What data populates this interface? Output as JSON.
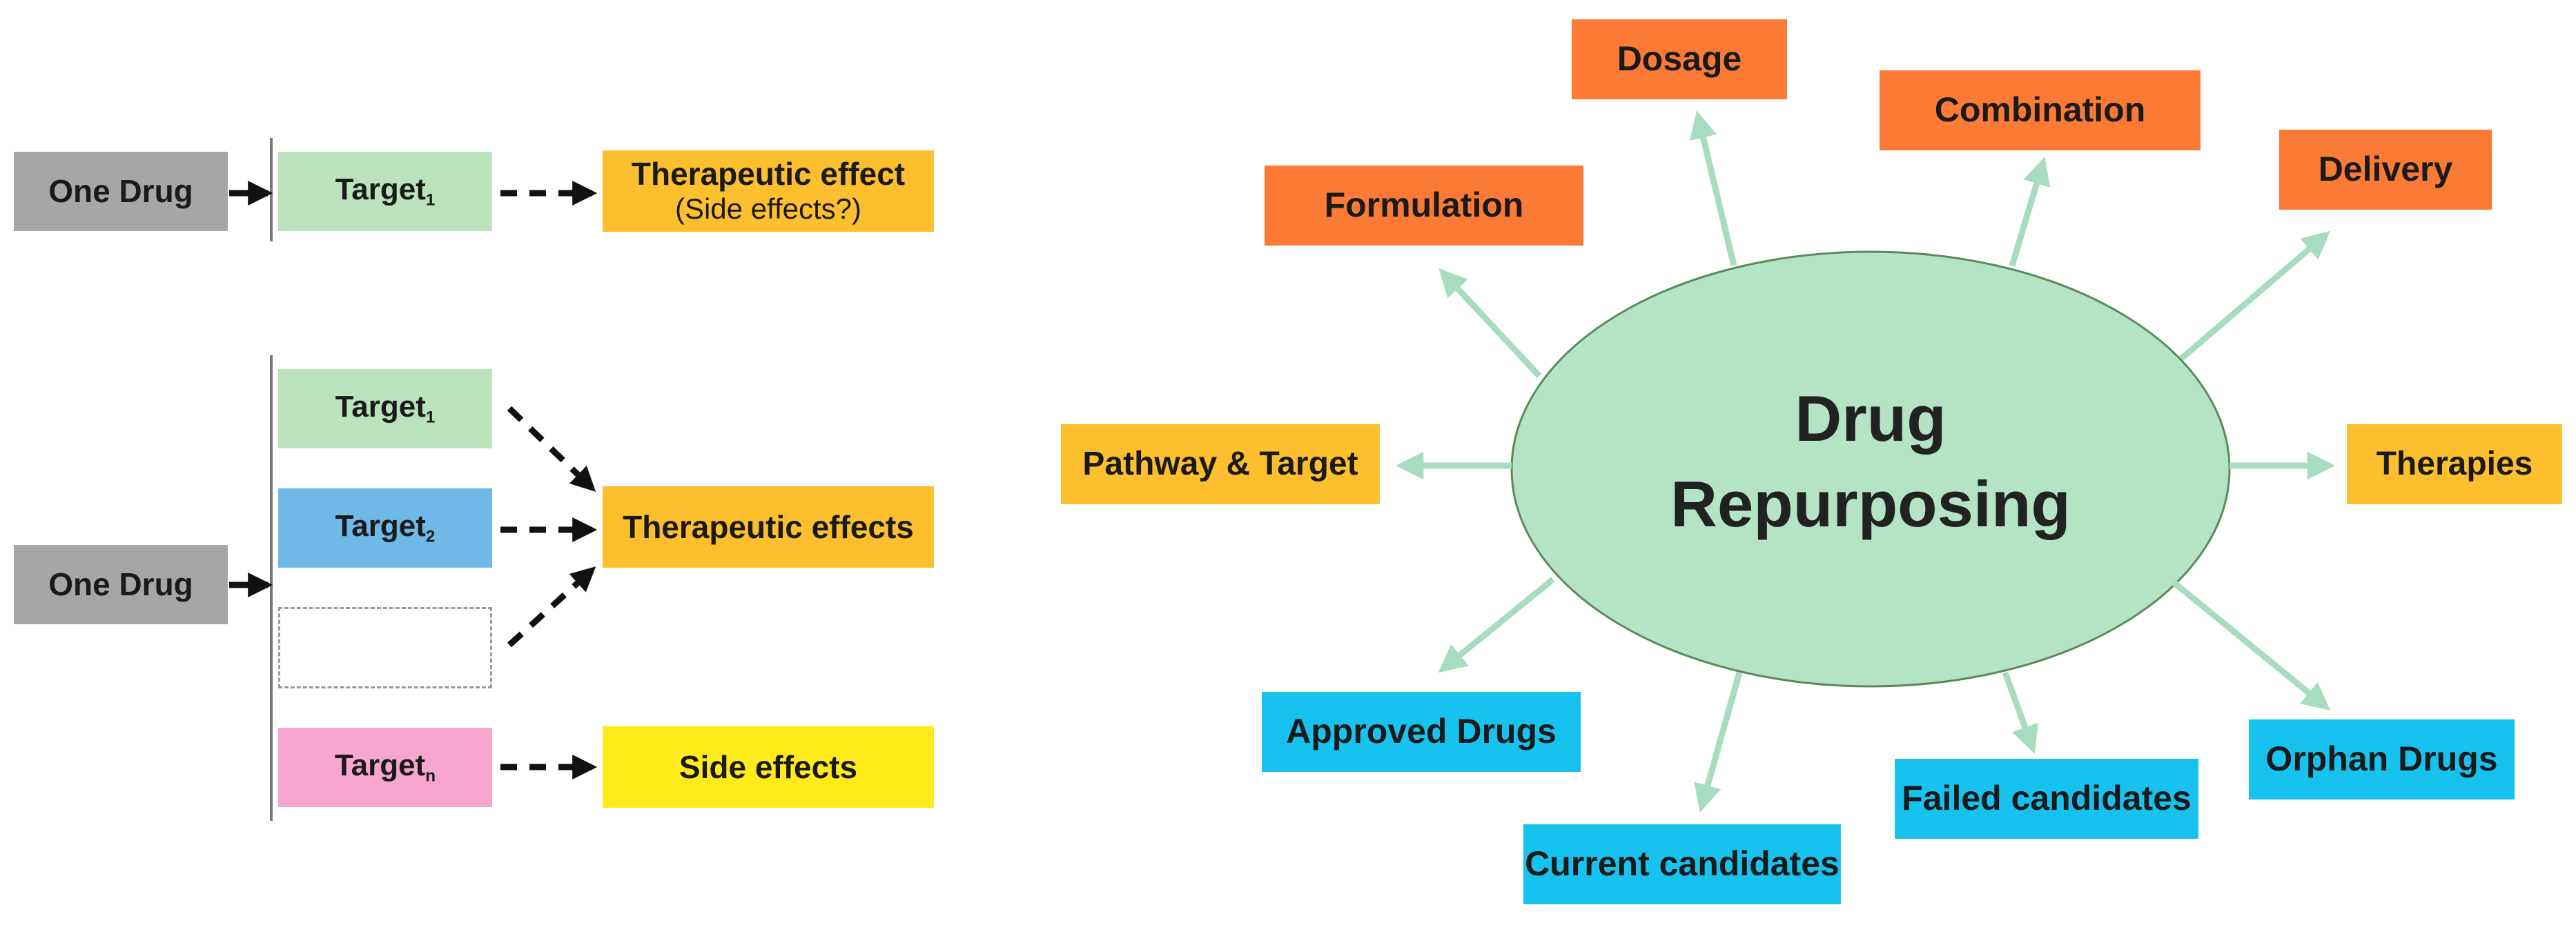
{
  "left_panel": {
    "single_target": {
      "drug": "One Drug",
      "target_label": "Target",
      "target_sub": "1",
      "effect": "Therapeutic effect",
      "effect_note": "(Side effects?)"
    },
    "multi_target": {
      "drug": "One Drug",
      "target1_label": "Target",
      "target1_sub": "1",
      "target2_label": "Target",
      "target2_sub": "2",
      "targetn_label": "Target",
      "targetn_sub": "n",
      "therapeutic_effects": "Therapeutic effects",
      "side_effects": "Side effects"
    }
  },
  "right_panel": {
    "hub_line1": "Drug",
    "hub_line2": "Repurposing",
    "nodes": {
      "dosage": "Dosage",
      "combination": "Combination",
      "delivery": "Delivery",
      "formulation": "Formulation",
      "pathway": "Pathway & Target",
      "therapies": "Therapies",
      "approved": "Approved Drugs",
      "orphan": "Orphan Drugs",
      "failed": "Failed candidates",
      "current": "Current candidates"
    }
  },
  "colors": {
    "drug_box": "#a6a6a6",
    "target1": "#b9e2bd",
    "target2": "#6fb9e8",
    "targetn": "#f6a6cf",
    "effect": "#fdbf2d",
    "side_effect": "#ffeb1a",
    "hub_fill": "#b5e3c6",
    "spoke": "#a8dcc0",
    "orange_node": "#fb7a35",
    "amber_node": "#fdbf2d",
    "cyan_node": "#17c3ee"
  }
}
